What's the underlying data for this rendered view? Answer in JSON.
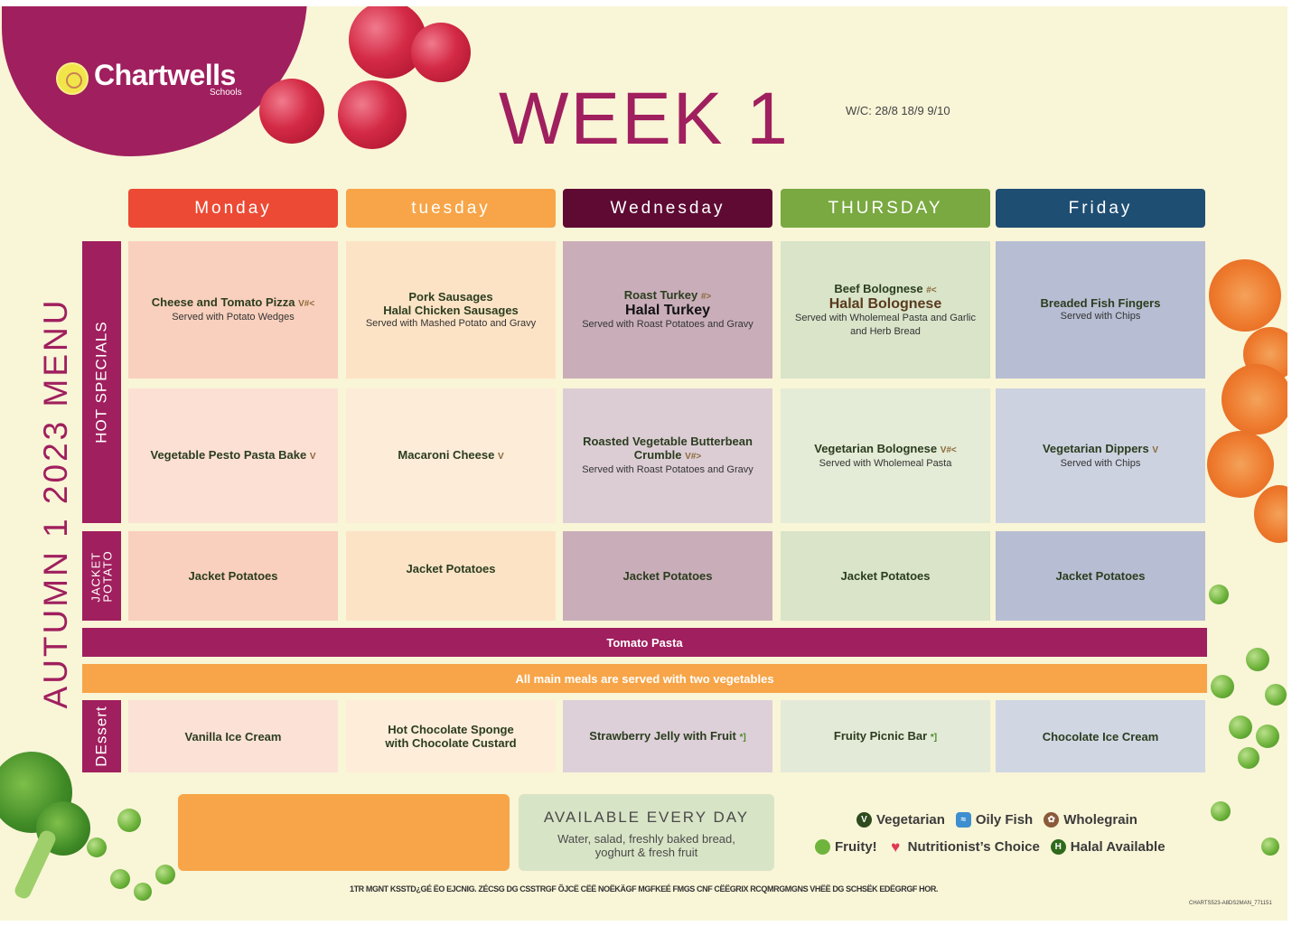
{
  "brand": {
    "name": "Chartwells",
    "sub": "Schools"
  },
  "title": "WEEK 1",
  "wc": "W/C:  28/8 18/9 9/10",
  "side_title": "AUTUMN 1 2023 MENU",
  "days": [
    "Monday",
    "tuesday",
    "Wednesday",
    "THURSDAY",
    "Friday"
  ],
  "colors": {
    "brand": "#a01f5e",
    "days": [
      "#ec4a34",
      "#f7a548",
      "#5e0a33",
      "#79a940",
      "#1f4e73"
    ],
    "cells_dark": [
      "#f9d0bd",
      "#fde3c6",
      "#c9aeb9",
      "#d9e4c9",
      "#b7bdd2"
    ],
    "cells_light": [
      "#fce0d3",
      "#fdecd8",
      "#dccdd5",
      "#e4ebd6",
      "#cdd2e0"
    ],
    "dessert": [
      "#fbe1d6",
      "#fdedd9",
      "#ddd0d9",
      "#e4ead8",
      "#d0d6e2"
    ]
  },
  "row_labels": {
    "hot": "HOT SPECIALS",
    "jacket": "JACKET POTATO",
    "dessert": "DEssert"
  },
  "hot1": [
    {
      "dish": "Cheese and Tomato Pizza",
      "icons": "V#<",
      "note": "Served with Potato Wedges"
    },
    {
      "dish": "Pork Sausages",
      "dish2": "Halal Chicken Sausages",
      "note": "Served with Mashed Potato and Gravy"
    },
    {
      "dish": "Roast Turkey",
      "icons": "#>",
      "big": "Halal Turkey",
      "note": "Served with Roast Potatoes and Gravy"
    },
    {
      "dish": "Beef Bolognese",
      "icons": "#<",
      "big": "Halal Bolognese",
      "note": "Served with Wholemeal Pasta and Garlic and Herb Bread"
    },
    {
      "dish": "Breaded Fish Fingers",
      "note": "Served with Chips"
    }
  ],
  "hot2": [
    {
      "dish": "Vegetable Pesto Pasta Bake",
      "icons": "V"
    },
    {
      "dish": "Macaroni Cheese",
      "icons": "V"
    },
    {
      "dish": "Roasted Vegetable Butterbean Crumble",
      "icons": "V#>",
      "note": "Served with Roast Potatoes and Gravy"
    },
    {
      "dish": "Vegetarian Bolognese",
      "icons": "V#<",
      "note": "Served with Wholemeal Pasta"
    },
    {
      "dish": "Vegetarian Dippers",
      "icons": "V",
      "note": "Served with Chips"
    }
  ],
  "jacket": [
    "Jacket Potatoes",
    "Jacket Potatoes",
    "Jacket Potatoes",
    "Jacket Potatoes",
    "Jacket Potatoes"
  ],
  "pasta_band": "Tomato Pasta",
  "veg_band": "All main meals are served with two vegetables",
  "dessert": [
    {
      "dish": "Vanilla Ice Cream"
    },
    {
      "dish": "Hot Chocolate Sponge with Chocolate Custard"
    },
    {
      "dish": "Strawberry Jelly with Fruit",
      "icons": "*]"
    },
    {
      "dish": "Fruity Picnic Bar",
      "icons": "*]"
    },
    {
      "dish": "Chocolate Ice Cream"
    }
  ],
  "available": {
    "title": "AVAILABLE EVERY DAY",
    "desc": "Water, salad, freshly baked bread, yoghurt & fresh fruit"
  },
  "legend": [
    {
      "icon": "vegetarian-icon",
      "glyph": "V",
      "color": "#2f4a1c",
      "label": "Vegetarian"
    },
    {
      "icon": "oily-fish-icon",
      "glyph": "≈",
      "color": "#3d8fd0",
      "label": "Oily Fish"
    },
    {
      "icon": "wholegrain-icon",
      "glyph": "✿",
      "color": "#8a5a3a",
      "label": "Wholegrain"
    },
    {
      "icon": "fruity-icon",
      "glyph": "●",
      "color": "#6fb43c",
      "label": "Fruity!"
    },
    {
      "icon": "nutritionist-heart-icon",
      "glyph": "♥",
      "color": "#e03a50",
      "label": "Nutritionist’s Choice"
    },
    {
      "icon": "halal-icon",
      "glyph": "H",
      "color": "#2f6a1c",
      "label": "Halal Available"
    }
  ],
  "footer": "1TR MGNT KSSTD¿GÉ ËO EJCNIG. ZÉCSG DG CSSTRGF ÕJCË CËË NOËKÄGF MGFKEÉ FMGS CNF CËËGRIX RCQMRGMGNS VHËË DG SCHSËK EDËGRGF HOR.",
  "code": "CHARTS523-A8DS2MAN_771151"
}
